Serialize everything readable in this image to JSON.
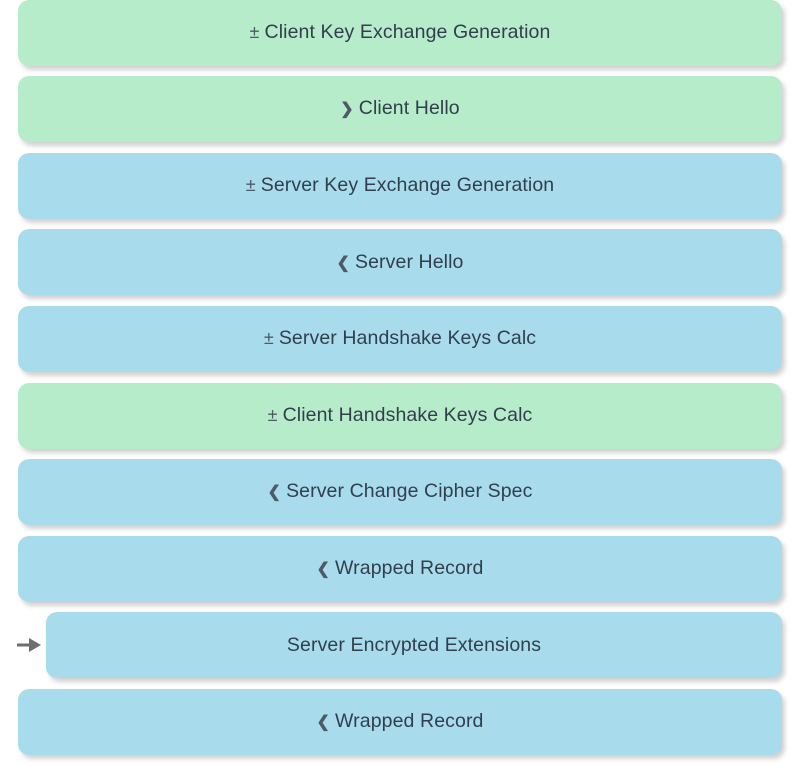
{
  "view": {
    "name": "tls-handshake-message-flow",
    "background_color": "#ffffff",
    "colors": {
      "client_row": "#b6ecca",
      "server_row": "#a8dcec",
      "text": "#313f4d",
      "glyph": "#4e5a66",
      "cursor_arrow": "#6e6e6e"
    },
    "legend": {
      "green_means": "Client",
      "blue_means": "Server"
    }
  },
  "cursor": {
    "icon": "right-arrow-icon",
    "glyph": "➡",
    "points_at_row_index": 8
  },
  "rows": [
    {
      "glyph": "±",
      "glyph_name": "plus-minus-icon",
      "label": "Client Key Exchange Generation",
      "side": "client",
      "color": "#b6ecca",
      "indented": false,
      "selected": false
    },
    {
      "glyph": "❯",
      "glyph_name": "chevron-right-icon",
      "label": "Client Hello",
      "side": "client",
      "color": "#b6ecca",
      "indented": false,
      "selected": false
    },
    {
      "glyph": "±",
      "glyph_name": "plus-minus-icon",
      "label": "Server Key Exchange Generation",
      "side": "server",
      "color": "#a8dcec",
      "indented": false,
      "selected": false
    },
    {
      "glyph": "❮",
      "glyph_name": "chevron-left-icon",
      "label": "Server Hello",
      "side": "server",
      "color": "#a8dcec",
      "indented": false,
      "selected": false
    },
    {
      "glyph": "±",
      "glyph_name": "plus-minus-icon",
      "label": "Server Handshake Keys Calc",
      "side": "server",
      "color": "#a8dcec",
      "indented": false,
      "selected": false
    },
    {
      "glyph": "±",
      "glyph_name": "plus-minus-icon",
      "label": "Client Handshake Keys Calc",
      "side": "client",
      "color": "#b6ecca",
      "indented": false,
      "selected": false
    },
    {
      "glyph": "❮",
      "glyph_name": "chevron-left-icon",
      "label": "Server Change Cipher Spec",
      "side": "server",
      "color": "#a8dcec",
      "indented": false,
      "selected": false
    },
    {
      "glyph": "❮",
      "glyph_name": "chevron-left-icon",
      "label": "Wrapped Record",
      "side": "server",
      "color": "#a8dcec",
      "indented": false,
      "selected": false
    },
    {
      "glyph": "",
      "glyph_name": "none",
      "label": "Server Encrypted Extensions",
      "side": "server",
      "color": "#a8dcec",
      "indented": true,
      "selected": true
    },
    {
      "glyph": "❮",
      "glyph_name": "chevron-left-icon",
      "label": "Wrapped Record",
      "side": "server",
      "color": "#a8dcec",
      "indented": false,
      "selected": false
    }
  ]
}
